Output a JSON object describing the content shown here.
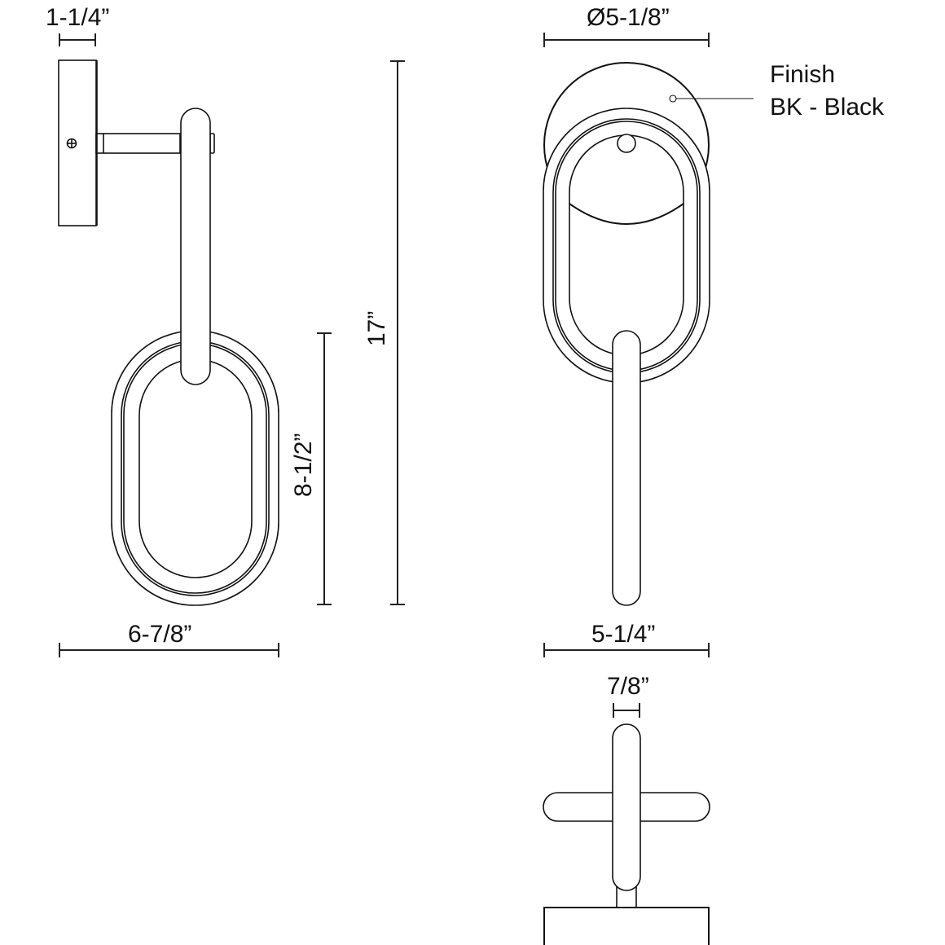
{
  "drawing": {
    "title": "Wall sconce dimension drawing",
    "views": [
      "side-view",
      "front-view",
      "top-view"
    ],
    "colors": {
      "line": "#111111",
      "background": "#ffffff"
    }
  },
  "dimensions": {
    "backplate_depth": "1-1/4”",
    "overall_height": "17”",
    "ring_height": "8-1/2”",
    "extension": "6-7/8”",
    "backplate_diameter": "Ø5-1/8”",
    "width": "5-1/4”",
    "tube_diameter": "7/8”"
  },
  "finish": {
    "label": "Finish",
    "value": "BK - Black"
  }
}
